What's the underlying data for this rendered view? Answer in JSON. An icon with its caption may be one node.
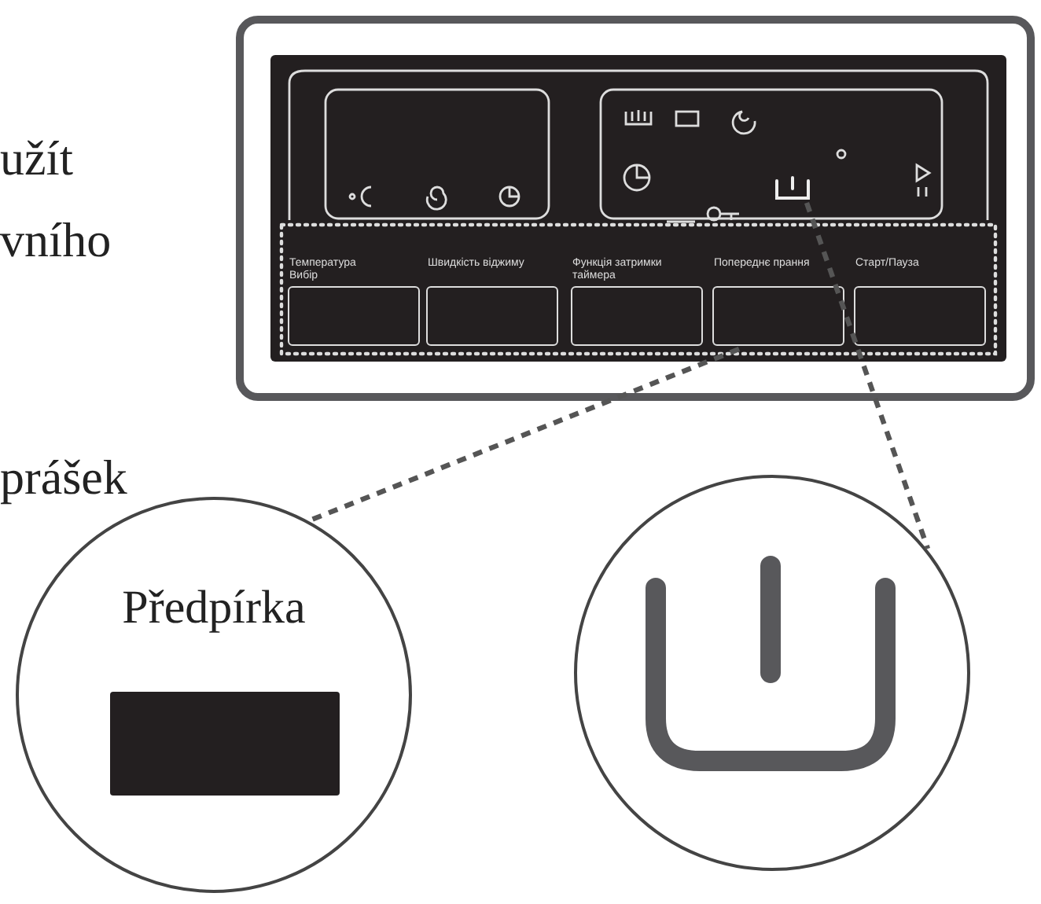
{
  "diagram": {
    "nodes": [
      {
        "text": [],
        "shape": "box"
      },
      {
        "text": [
          "Температура Вибір"
        ],
        "in": 0
      },
      {
        "text": [
          "Швидкість віджиму"
        ],
        "in": 0
      },
      {
        "text": [
          "Функція затримки таймера"
        ],
        "in": 0
      },
      {
        "text": [
          "Попереднє прання"
        ],
        "in": 0
      },
      {
        "text": [
          "Старт/Пауза"
        ],
        "in": 0
      },
      {
        "text": [],
        "shape": "icon",
        "in": 0
      },
      {
        "text": [
          "Předpírka"
        ]
      },
      {
        "text": [],
        "shape": "circle"
      }
    ],
    "edges": [
      {
        "from": 4,
        "to": 7,
        "arrow": "none",
        "style": "dashed"
      },
      {
        "from": 6,
        "to": 8,
        "arrow": "none",
        "style": "dashed"
      }
    ],
    "labels": [
      "užít",
      "vního",
      "prášek"
    ]
  }
}
